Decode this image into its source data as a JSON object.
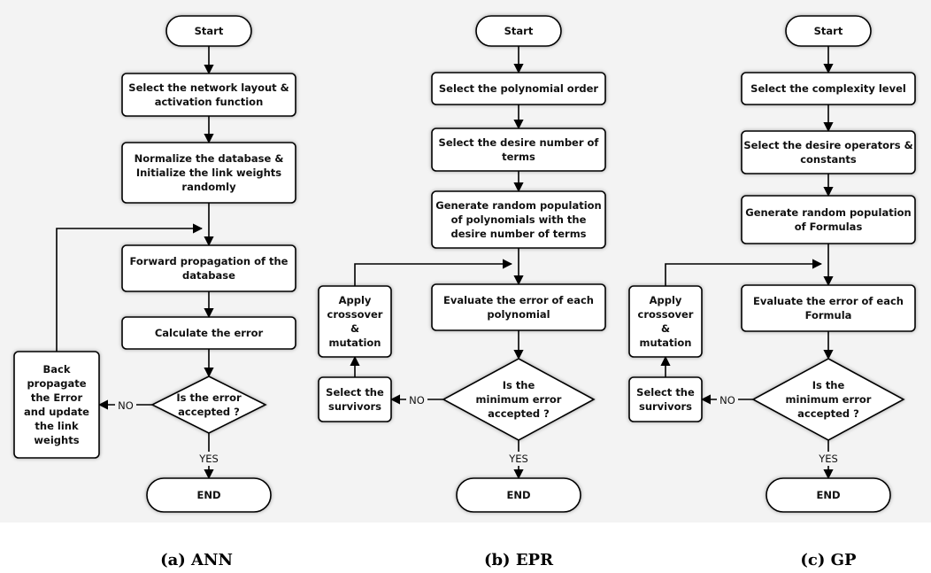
{
  "panels": [
    {
      "id": "ann",
      "caption": "(a) ANN",
      "nodes": [
        {
          "id": "start",
          "shape": "terminal",
          "lines": [
            "Start"
          ]
        },
        {
          "id": "s1",
          "shape": "process",
          "lines": [
            "Select the network layout &",
            "activation function"
          ]
        },
        {
          "id": "s2",
          "shape": "process",
          "lines": [
            "Normalize the database &",
            "Initialize the link weights",
            "randomly"
          ]
        },
        {
          "id": "s3",
          "shape": "process",
          "lines": [
            "Forward propagation of the",
            "database"
          ]
        },
        {
          "id": "s4",
          "shape": "process",
          "lines": [
            "Calculate the error"
          ]
        },
        {
          "id": "dec",
          "shape": "decision",
          "lines": [
            "Is the error",
            "accepted ?"
          ]
        },
        {
          "id": "back",
          "shape": "process",
          "lines": [
            "Back",
            "propagate",
            "the Error",
            "and update",
            "the link",
            "weights"
          ]
        },
        {
          "id": "end",
          "shape": "terminal",
          "lines": [
            "END"
          ]
        }
      ],
      "edges": [
        {
          "from": "start",
          "to": "s1"
        },
        {
          "from": "s1",
          "to": "s2"
        },
        {
          "from": "s2",
          "to": "s3"
        },
        {
          "from": "s3",
          "to": "s4"
        },
        {
          "from": "s4",
          "to": "dec"
        },
        {
          "from": "dec",
          "to": "end",
          "label": "YES"
        },
        {
          "from": "dec",
          "to": "back",
          "label": "NO"
        },
        {
          "from": "back",
          "to": "s3",
          "label": ""
        }
      ]
    },
    {
      "id": "epr",
      "caption": "(b) EPR",
      "nodes": [
        {
          "id": "start",
          "shape": "terminal",
          "lines": [
            "Start"
          ]
        },
        {
          "id": "s1",
          "shape": "process",
          "lines": [
            "Select the polynomial order"
          ]
        },
        {
          "id": "s2",
          "shape": "process",
          "lines": [
            "Select the desire number of",
            "terms"
          ]
        },
        {
          "id": "s3",
          "shape": "process",
          "lines": [
            "Generate random population",
            "of polynomials with the",
            "desire number of terms"
          ]
        },
        {
          "id": "s4",
          "shape": "process",
          "lines": [
            "Evaluate the error of each",
            "polynomial"
          ]
        },
        {
          "id": "dec",
          "shape": "decision",
          "lines": [
            "Is the",
            "minimum error",
            "accepted ?"
          ]
        },
        {
          "id": "surv",
          "shape": "process",
          "lines": [
            "Select the",
            "survivors"
          ]
        },
        {
          "id": "cross",
          "shape": "process",
          "lines": [
            "Apply",
            "crossover",
            "&",
            "mutation"
          ]
        },
        {
          "id": "end",
          "shape": "terminal",
          "lines": [
            "END"
          ]
        }
      ],
      "edges": [
        {
          "from": "start",
          "to": "s1"
        },
        {
          "from": "s1",
          "to": "s2"
        },
        {
          "from": "s2",
          "to": "s3"
        },
        {
          "from": "s3",
          "to": "s4"
        },
        {
          "from": "s4",
          "to": "dec"
        },
        {
          "from": "dec",
          "to": "end",
          "label": "YES"
        },
        {
          "from": "dec",
          "to": "surv",
          "label": "NO"
        },
        {
          "from": "surv",
          "to": "cross",
          "label": ""
        },
        {
          "from": "cross",
          "to": "s4",
          "label": ""
        }
      ]
    },
    {
      "id": "gp",
      "caption": "(c) GP",
      "nodes": [
        {
          "id": "start",
          "shape": "terminal",
          "lines": [
            "Start"
          ]
        },
        {
          "id": "s1",
          "shape": "process",
          "lines": [
            "Select the complexity level"
          ]
        },
        {
          "id": "s2",
          "shape": "process",
          "lines": [
            "Select the desire operators &",
            "constants"
          ]
        },
        {
          "id": "s3",
          "shape": "process",
          "lines": [
            "Generate random population",
            "of Formulas"
          ]
        },
        {
          "id": "s4",
          "shape": "process",
          "lines": [
            "Evaluate the error of each",
            "Formula"
          ]
        },
        {
          "id": "dec",
          "shape": "decision",
          "lines": [
            "Is the",
            "minimum error",
            "accepted ?"
          ]
        },
        {
          "id": "surv",
          "shape": "process",
          "lines": [
            "Select the",
            "survivors"
          ]
        },
        {
          "id": "cross",
          "shape": "process",
          "lines": [
            "Apply",
            "crossover",
            "&",
            "mutation"
          ]
        },
        {
          "id": "end",
          "shape": "terminal",
          "lines": [
            "END"
          ]
        }
      ],
      "edges": [
        {
          "from": "start",
          "to": "s1"
        },
        {
          "from": "s1",
          "to": "s2"
        },
        {
          "from": "s2",
          "to": "s3"
        },
        {
          "from": "s3",
          "to": "s4"
        },
        {
          "from": "s4",
          "to": "dec"
        },
        {
          "from": "dec",
          "to": "end",
          "label": "YES"
        },
        {
          "from": "dec",
          "to": "surv",
          "label": "NO"
        },
        {
          "from": "surv",
          "to": "cross",
          "label": ""
        },
        {
          "from": "cross",
          "to": "s4",
          "label": ""
        }
      ]
    }
  ],
  "colors": {
    "background": "#f3f3f3",
    "box_fill": "#ffffff",
    "stroke": "#000000",
    "text": "#111111"
  }
}
